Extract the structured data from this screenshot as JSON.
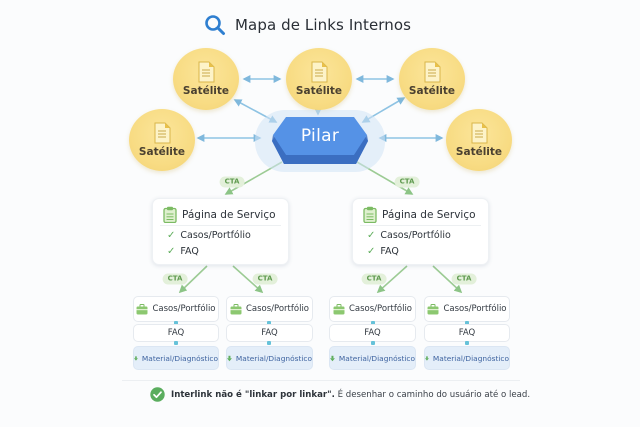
{
  "header": {
    "icon": "search-icon",
    "title": "Mapa de Links Internos"
  },
  "colors": {
    "satellite": "#f8dc84",
    "pilar": "#4a86e0",
    "link_blue": "#88c0e2",
    "cta_green": "#8fc489",
    "check_green": "#5fae5c",
    "material_bg": "#e4eef9"
  },
  "satellites": [
    {
      "icon": "document-icon",
      "label": "Satélite"
    },
    {
      "icon": "document-icon",
      "label": "Satélite"
    },
    {
      "icon": "document-icon",
      "label": "Satélite"
    },
    {
      "icon": "document-icon",
      "label": "Satélite"
    },
    {
      "icon": "document-icon",
      "label": "Satélite"
    }
  ],
  "pilar": {
    "label": "Pilar"
  },
  "cta_label": "CTA",
  "service_pages": [
    {
      "icon": "clipboard-icon",
      "title": "Página de Serviço",
      "items": [
        "Casos/Portfólio",
        "FAQ"
      ],
      "children": [
        {
          "case": "Casos/Portfólio",
          "faq": "FAQ",
          "material": "Material/Diagnóstico"
        },
        {
          "case": "Casos/Portfólio",
          "faq": "FAQ",
          "material": "Material/Diagnóstico"
        }
      ]
    },
    {
      "icon": "clipboard-icon",
      "title": "Página de Serviço",
      "items": [
        "Casos/Portfólio",
        "FAQ"
      ],
      "children": [
        {
          "case": "Casos/Portfólio",
          "faq": "FAQ",
          "material": "Material/Diagnóstico"
        },
        {
          "case": "Casos/Portfólio",
          "faq": "FAQ",
          "material": "Material/Diagnóstico"
        }
      ]
    }
  ],
  "footer": {
    "icon": "check-circle-icon",
    "strong": "Interlink não é \"linkar por linkar\".",
    "text": "É desenhar o caminho do usuário até o lead."
  }
}
